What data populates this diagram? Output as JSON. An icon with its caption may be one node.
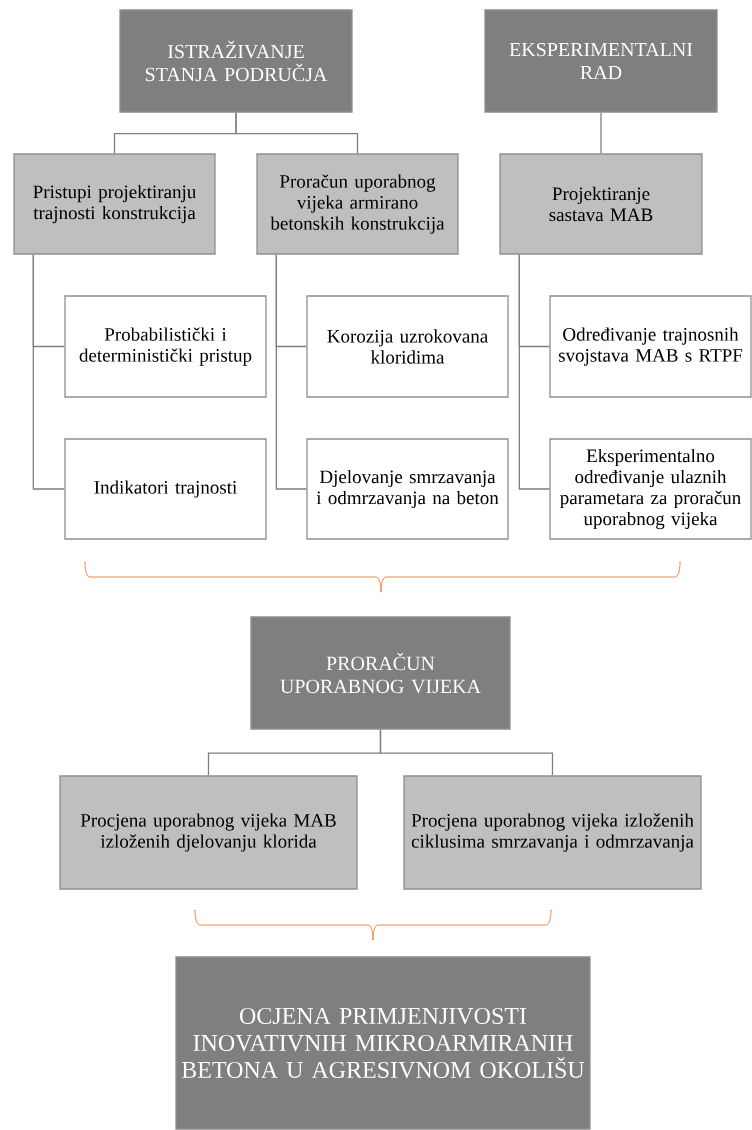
{
  "diagram": {
    "nodes": [
      {
        "text": [
          "ISTRAŽIVANJE STANJA PODRUČJA"
        ]
      },
      {
        "text": [
          "EKSPERIMENTALNI RAD"
        ]
      },
      {
        "text": [
          "Pristupi projektiranju trajnosti konstrukcija"
        ]
      },
      {
        "text": [
          "Proračun uporabnog vijeka armirano betonskih konstrukcija"
        ]
      },
      {
        "text": [
          "Projektiranje sastava MAB"
        ]
      },
      {
        "text": [
          "Probabilistički i deterministički pristup"
        ]
      },
      {
        "text": [
          "Korozija uzrokovana kloridima"
        ]
      },
      {
        "text": [
          "Određivanje trajnosnih svojstava MAB s RTPF"
        ]
      },
      {
        "text": [
          "Indikatori trajnosti"
        ]
      },
      {
        "text": [
          "Djelovanje smrzavanja i odmrzavanja na beton"
        ]
      },
      {
        "text": [
          "Eksperimentalno određivanje ulaznih parametara za proračun uporabnog vijeka"
        ]
      },
      {
        "text": [
          "PRORAČUN UPORABNOG VIJEKA"
        ]
      },
      {
        "text": [
          "Procjena uporabnog vijeka MAB izloženih djelovanju klorida"
        ]
      },
      {
        "text": [
          "Procjena uporabnog vijeka izloženih ciklusima smrzavanja i odmrzavanja"
        ]
      },
      {
        "text": [
          "OCJENA PRIMJENJIVOSTI INOVATIVNIH MIKROARMIRANIH BETONA U AGRESIVNOM OKOLIŠU"
        ]
      }
    ],
    "edges": [
      {
        "from": 0,
        "to": 2,
        "arrow": "none"
      },
      {
        "from": 0,
        "to": 3,
        "arrow": "none"
      },
      {
        "from": 1,
        "to": 4,
        "arrow": "none"
      },
      {
        "from": 2,
        "to": 5,
        "arrow": "none"
      },
      {
        "from": 2,
        "to": 8,
        "arrow": "none"
      },
      {
        "from": 3,
        "to": 6,
        "arrow": "none"
      },
      {
        "from": 3,
        "to": 9,
        "arrow": "none"
      },
      {
        "from": 4,
        "to": 7,
        "arrow": "none"
      },
      {
        "from": 4,
        "to": 10,
        "arrow": "none"
      },
      {
        "from": 11,
        "to": 12,
        "arrow": "none"
      },
      {
        "from": 11,
        "to": 13,
        "arrow": "none"
      }
    ]
  }
}
